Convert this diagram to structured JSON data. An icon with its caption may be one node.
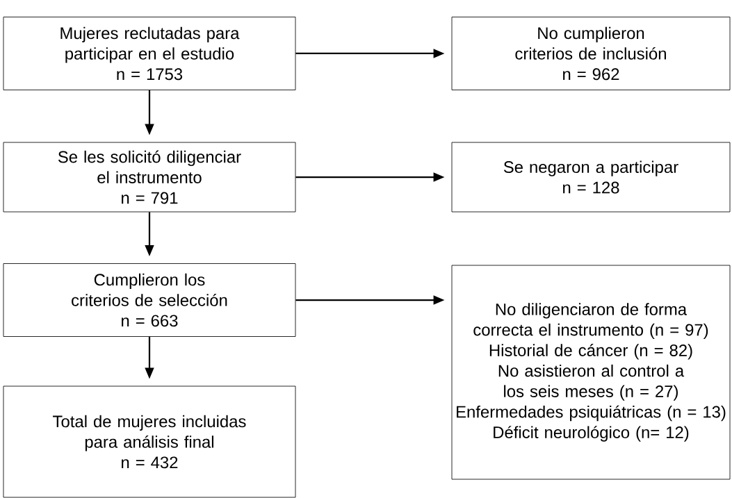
{
  "diagram": {
    "nodes": [
      {
        "text": [
          "Mujeres reclutadas para participar en el estudio",
          "n = 1753"
        ]
      },
      {
        "text": [
          "No cumplieron criterios de inclusión",
          "n = 962"
        ]
      },
      {
        "text": [
          "Se les solicitó diligenciar el instrumento",
          "n = 791"
        ]
      },
      {
        "text": [
          "Se negaron a participar",
          "n = 128"
        ]
      },
      {
        "text": [
          "Cumplieron los criterios de selección",
          "n = 663"
        ]
      },
      {
        "text": [
          "No diligenciaron de forma correcta el instrumento (n = 97)",
          "Historial de cáncer (n = 82)",
          "No asistieron al control a los seis meses (n = 27)",
          "Enfermedades psiquiátricas (n = 13)",
          "Déficit neurológico (n= 12)"
        ]
      },
      {
        "text": [
          "Total de mujeres incluidas para análisis final",
          "n = 432"
        ]
      }
    ],
    "edges": [
      {
        "from": 0,
        "to": 1,
        "arrow": "to"
      },
      {
        "from": 0,
        "to": 2,
        "arrow": "to"
      },
      {
        "from": 2,
        "to": 3,
        "arrow": "to"
      },
      {
        "from": 2,
        "to": 4,
        "arrow": "to"
      },
      {
        "from": 4,
        "to": 5,
        "arrow": "to"
      },
      {
        "from": 4,
        "to": 6,
        "arrow": "to"
      }
    ]
  }
}
